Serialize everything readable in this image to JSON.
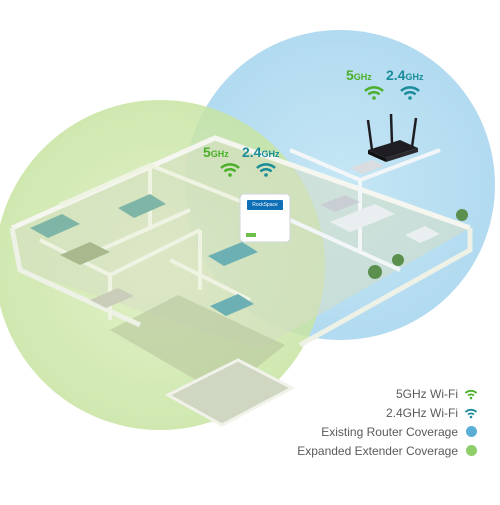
{
  "router": {
    "band_5": {
      "value": "5",
      "unit": "GHz"
    },
    "band_24": {
      "value": "2.4",
      "unit": "GHz"
    }
  },
  "extender": {
    "band_5": {
      "value": "5",
      "unit": "GHz"
    },
    "band_24": {
      "value": "2.4",
      "unit": "GHz"
    },
    "brand": "RockSpace"
  },
  "legend": {
    "items": [
      {
        "label": "5GHz Wi-Fi",
        "icon": "wifi-icon",
        "color": "#4caf2a"
      },
      {
        "label": "2.4GHz Wi-Fi",
        "icon": "wifi-icon",
        "color": "#1a8c9a"
      },
      {
        "label": "Existing Router Coverage",
        "icon": "dot",
        "color": "#5aafd6"
      },
      {
        "label": "Expanded Extender Coverage",
        "icon": "dot",
        "color": "#8ecf6a"
      }
    ]
  },
  "colors": {
    "router_coverage": "#5aafd6",
    "extender_coverage": "#8ecf6a",
    "wifi_5ghz": "#4caf2a",
    "wifi_24ghz": "#1a8c9a",
    "text": "#5a5a5a"
  }
}
